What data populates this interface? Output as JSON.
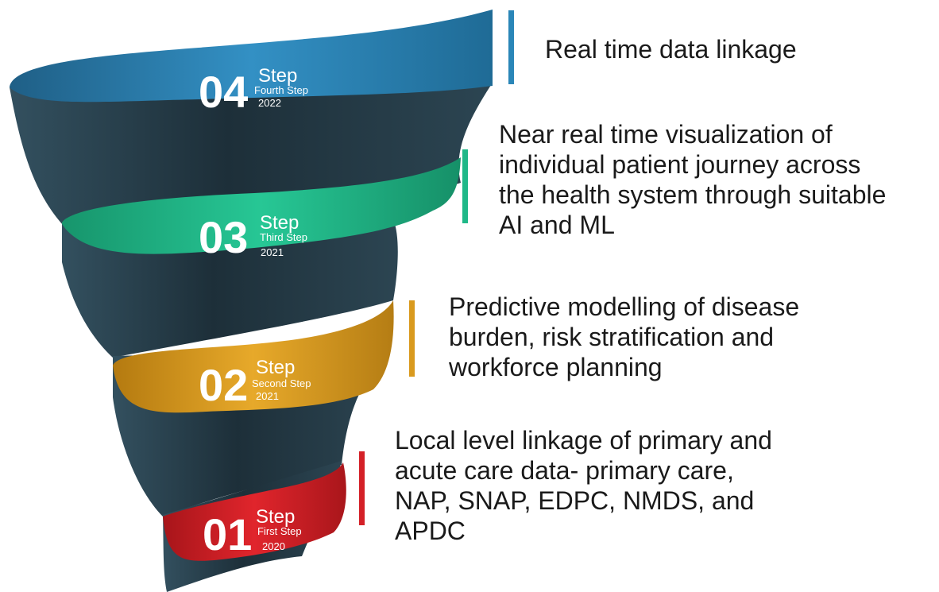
{
  "steps": [
    {
      "number": "01",
      "label": "Step",
      "subtitle": "First Step",
      "year": "2020",
      "color": "#d42027",
      "description": [
        "Local level linkage of primary and",
        "acute care data- primary care,",
        "NAP, SNAP, EDPC, NMDS, and",
        "APDC"
      ]
    },
    {
      "number": "02",
      "label": "Step",
      "subtitle": "Second Step",
      "year": "2021",
      "color": "#d99a1e",
      "description": [
        "Predictive modelling of disease",
        "burden, risk stratification and",
        "workforce planning"
      ]
    },
    {
      "number": "03",
      "label": "Step",
      "subtitle": "Third Step",
      "year": "2021",
      "color": "#1fb888",
      "description": [
        "Near real time visualization of",
        "individual patient journey across",
        "the health system through suitable",
        "AI and ML"
      ]
    },
    {
      "number": "04",
      "label": "Step",
      "subtitle": "Fourth Step",
      "year": "2022",
      "color": "#2a86b8",
      "description": [
        "Real time data linkage"
      ]
    }
  ],
  "colors": {
    "dark_band": "#213540"
  }
}
